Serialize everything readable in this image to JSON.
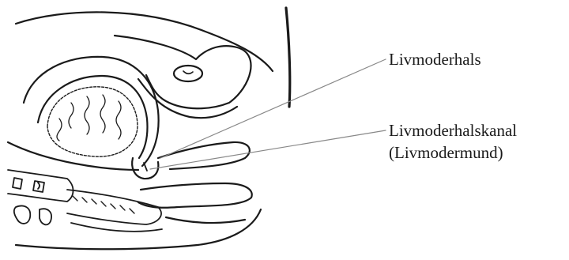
{
  "labels": {
    "cervix": "Livmoderhals",
    "cervical_canal": "Livmoderhalskanal",
    "cervical_canal_alt": "(Livmodermund)"
  },
  "colors": {
    "ink": "#1a1a1a",
    "leader": "#888888",
    "background": "#ffffff"
  }
}
